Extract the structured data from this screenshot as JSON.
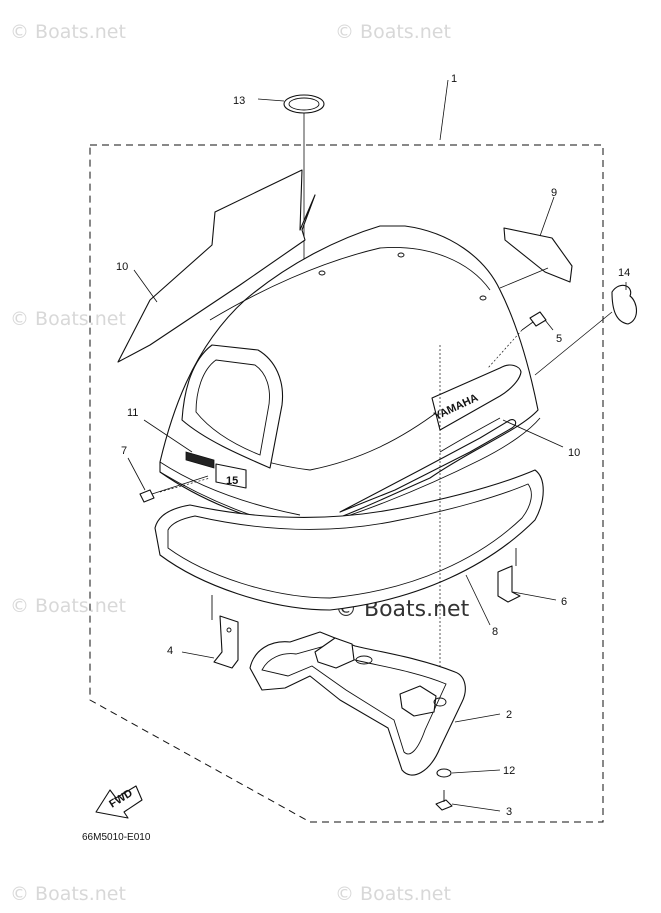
{
  "watermarks": {
    "text": "© Boats.net",
    "center_text": "© Boats.net"
  },
  "diagram_code": "66M5010-E010",
  "callouts": [
    {
      "id": "c1",
      "label": "1"
    },
    {
      "id": "c2",
      "label": "2"
    },
    {
      "id": "c3",
      "label": "3"
    },
    {
      "id": "c4",
      "label": "4"
    },
    {
      "id": "c5",
      "label": "5"
    },
    {
      "id": "c6",
      "label": "6"
    },
    {
      "id": "c7",
      "label": "7"
    },
    {
      "id": "c8",
      "label": "8"
    },
    {
      "id": "c9",
      "label": "9"
    },
    {
      "id": "c10a",
      "label": "10"
    },
    {
      "id": "c10b",
      "label": "10"
    },
    {
      "id": "c11",
      "label": "11"
    },
    {
      "id": "c12",
      "label": "12"
    },
    {
      "id": "c13",
      "label": "13"
    },
    {
      "id": "c14",
      "label": "14"
    }
  ],
  "decals": {
    "brand": "YAMAHA",
    "fwd": "FWD",
    "hp": "15"
  }
}
